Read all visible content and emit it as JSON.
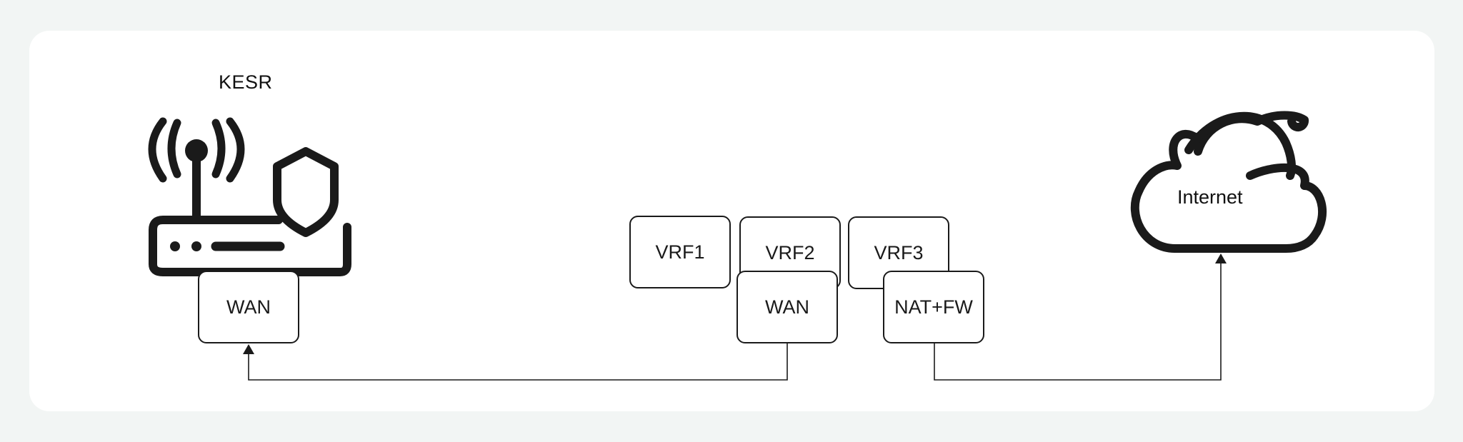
{
  "diagram": {
    "router_label": "KESR",
    "cloud_label": "Internet",
    "boxes": {
      "router_wan": "WAN",
      "vrf1": "VRF1",
      "vrf2": "VRF2",
      "vrf3": "VRF3",
      "vrf_wan": "WAN",
      "nat_fw": "NAT+FW"
    },
    "colors": {
      "page_background": "#f2f5f4",
      "card_background": "#ffffff",
      "stroke": "#1a1a1a"
    },
    "icons": [
      "router-icon",
      "shield-icon",
      "cloud-icon"
    ],
    "connections": [
      {
        "from": "vrf_wan",
        "to": "router_wan",
        "arrow": "to"
      },
      {
        "from": "nat_fw",
        "to": "cloud",
        "arrow": "to"
      }
    ]
  }
}
